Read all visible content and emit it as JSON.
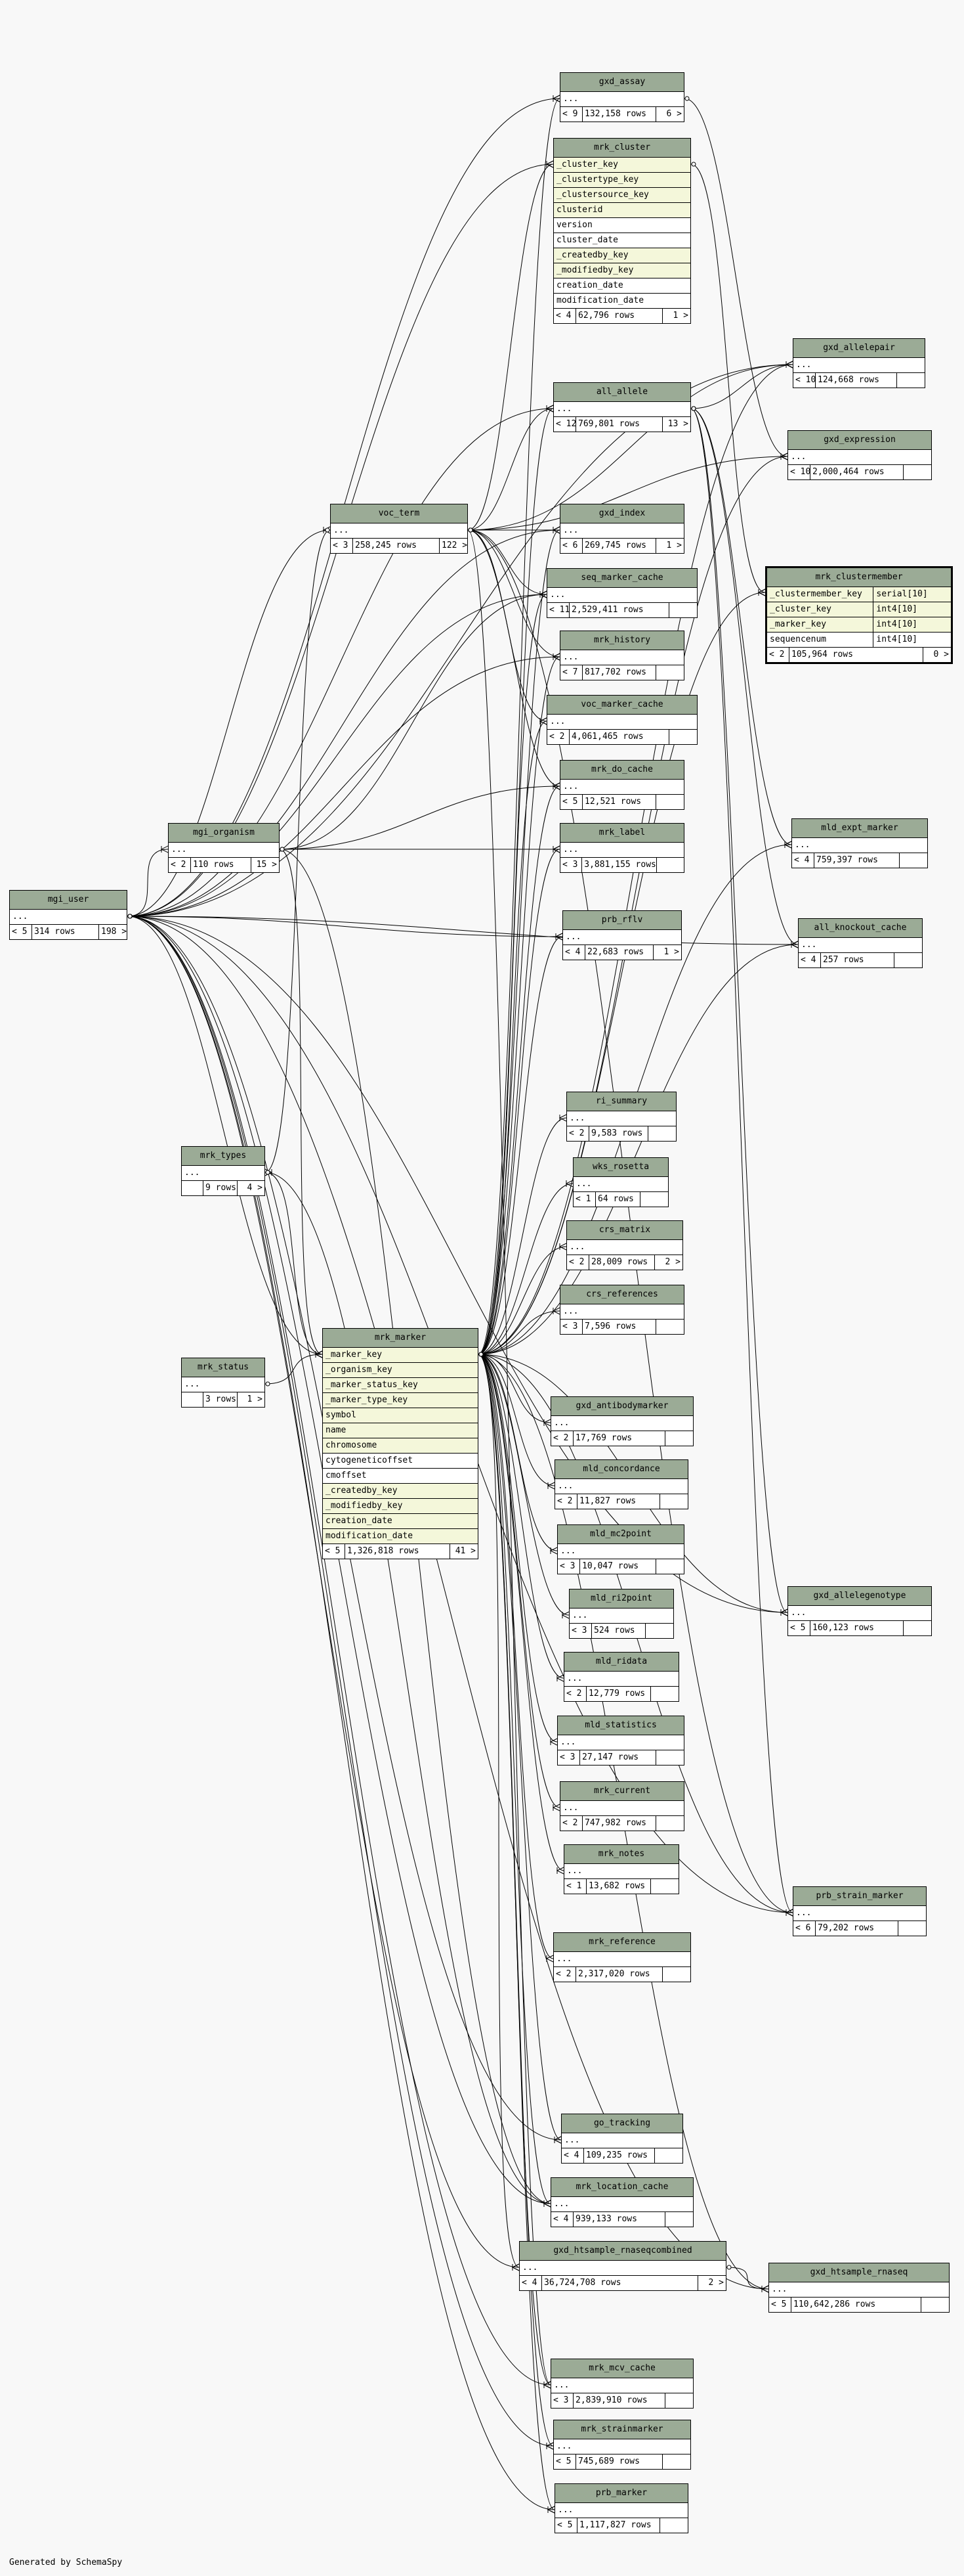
{
  "footer": "Generated by SchemaSpy",
  "tables": [
    {
      "id": "gxd_assay",
      "name": "gxd_assay",
      "rows": [
        "..."
      ],
      "foot": [
        "< 9",
        "132,158 rows",
        "6 >"
      ]
    },
    {
      "id": "mrk_cluster",
      "name": "mrk_cluster",
      "rows": [
        {
          "t": "_cluster_key",
          "k": 1
        },
        {
          "t": "_clustertype_key",
          "k": 1
        },
        {
          "t": "_clustersource_key",
          "k": 1
        },
        {
          "t": "clusterid",
          "k": 1
        },
        {
          "t": "version",
          "k": 0
        },
        {
          "t": "cluster_date",
          "k": 0
        },
        {
          "t": "_createdby_key",
          "k": 1
        },
        {
          "t": "_modifiedby_key",
          "k": 1
        },
        {
          "t": "creation_date",
          "k": 0
        },
        {
          "t": "modification_date",
          "k": 0
        }
      ],
      "foot": [
        "< 4",
        "62,796 rows",
        "1 >"
      ]
    },
    {
      "id": "gxd_allelepair",
      "name": "gxd_allelepair",
      "rows": [
        "..."
      ],
      "foot": [
        "< 10",
        "124,668 rows",
        ""
      ]
    },
    {
      "id": "all_allele",
      "name": "all_allele",
      "rows": [
        "..."
      ],
      "foot": [
        "< 12",
        "769,801 rows",
        "13 >"
      ]
    },
    {
      "id": "gxd_expression",
      "name": "gxd_expression",
      "rows": [
        "..."
      ],
      "foot": [
        "< 10",
        "2,000,464 rows",
        ""
      ]
    },
    {
      "id": "voc_term",
      "name": "voc_term",
      "rows": [
        "..."
      ],
      "foot": [
        "< 3",
        "258,245 rows",
        "122 >"
      ]
    },
    {
      "id": "gxd_index",
      "name": "gxd_index",
      "rows": [
        "..."
      ],
      "foot": [
        "< 6",
        "269,745 rows",
        "1 >"
      ]
    },
    {
      "id": "mrk_clustermember",
      "name": "mrk_clustermember",
      "rows": [
        {
          "t": "_clustermember_key",
          "v": "serial[10]",
          "k": 1
        },
        {
          "t": "_cluster_key",
          "v": "int4[10]",
          "k": 1
        },
        {
          "t": "_marker_key",
          "v": "int4[10]",
          "k": 1
        },
        {
          "t": "sequencenum",
          "v": "int4[10]",
          "k": 0
        }
      ],
      "foot": [
        "< 2",
        "105,964 rows",
        "0 >"
      ]
    },
    {
      "id": "seq_marker_cache",
      "name": "seq_marker_cache",
      "rows": [
        "..."
      ],
      "foot": [
        "< 11",
        "2,529,411 rows",
        ""
      ]
    },
    {
      "id": "mrk_history",
      "name": "mrk_history",
      "rows": [
        "..."
      ],
      "foot": [
        "< 7",
        "817,702 rows",
        ""
      ]
    },
    {
      "id": "voc_marker_cache",
      "name": "voc_marker_cache",
      "rows": [
        "..."
      ],
      "foot": [
        "< 2",
        "4,061,465 rows",
        ""
      ]
    },
    {
      "id": "mrk_do_cache",
      "name": "mrk_do_cache",
      "rows": [
        "..."
      ],
      "foot": [
        "< 5",
        "12,521 rows",
        ""
      ]
    },
    {
      "id": "mgi_organism",
      "name": "mgi_organism",
      "rows": [
        "..."
      ],
      "foot": [
        "< 2",
        "110 rows",
        "15 >"
      ]
    },
    {
      "id": "mrk_label",
      "name": "mrk_label",
      "rows": [
        "..."
      ],
      "foot": [
        "< 3",
        "3,881,155 rows",
        ""
      ]
    },
    {
      "id": "mld_expt_marker",
      "name": "mld_expt_marker",
      "rows": [
        "..."
      ],
      "foot": [
        "< 4",
        "759,397 rows",
        ""
      ]
    },
    {
      "id": "mgi_user",
      "name": "mgi_user",
      "rows": [
        "..."
      ],
      "foot": [
        "< 5",
        "314 rows",
        "198 >"
      ]
    },
    {
      "id": "prb_rflv",
      "name": "prb_rflv",
      "rows": [
        "..."
      ],
      "foot": [
        "< 4",
        "22,683 rows",
        "1 >"
      ]
    },
    {
      "id": "all_knockout_cache",
      "name": "all_knockout_cache",
      "rows": [
        "..."
      ],
      "foot": [
        "< 4",
        "257 rows",
        ""
      ]
    },
    {
      "id": "ri_summary",
      "name": "ri_summary",
      "rows": [
        "..."
      ],
      "foot": [
        "< 2",
        "9,583 rows",
        ""
      ]
    },
    {
      "id": "mrk_types",
      "name": "mrk_types",
      "rows": [
        "..."
      ],
      "foot": [
        "",
        "9 rows",
        "4 >"
      ]
    },
    {
      "id": "wks_rosetta",
      "name": "wks_rosetta",
      "rows": [
        "..."
      ],
      "foot": [
        "< 1",
        "64 rows",
        ""
      ]
    },
    {
      "id": "crs_matrix",
      "name": "crs_matrix",
      "rows": [
        "..."
      ],
      "foot": [
        "< 2",
        "28,009 rows",
        "2 >"
      ]
    },
    {
      "id": "crs_references",
      "name": "crs_references",
      "rows": [
        "..."
      ],
      "foot": [
        "< 3",
        "7,596 rows",
        ""
      ]
    },
    {
      "id": "mrk_marker",
      "name": "mrk_marker",
      "rows": [
        {
          "t": "_marker_key",
          "k": 1
        },
        {
          "t": "_organism_key",
          "k": 1
        },
        {
          "t": "_marker_status_key",
          "k": 1
        },
        {
          "t": "_marker_type_key",
          "k": 1
        },
        {
          "t": "symbol",
          "k": 1
        },
        {
          "t": "name",
          "k": 1
        },
        {
          "t": "chromosome",
          "k": 1
        },
        {
          "t": "cytogeneticoffset",
          "k": 0
        },
        {
          "t": "cmoffset",
          "k": 0
        },
        {
          "t": "_createdby_key",
          "k": 1
        },
        {
          "t": "_modifiedby_key",
          "k": 1
        },
        {
          "t": "creation_date",
          "k": 1
        },
        {
          "t": "modification_date",
          "k": 1
        }
      ],
      "foot": [
        "< 5",
        "1,326,818 rows",
        "41 >"
      ]
    },
    {
      "id": "mrk_status",
      "name": "mrk_status",
      "rows": [
        "..."
      ],
      "foot": [
        "",
        "3 rows",
        "1 >"
      ]
    },
    {
      "id": "gxd_antibodymarker",
      "name": "gxd_antibodymarker",
      "rows": [
        "..."
      ],
      "foot": [
        "< 2",
        "17,769 rows",
        ""
      ]
    },
    {
      "id": "mld_concordance",
      "name": "mld_concordance",
      "rows": [
        "..."
      ],
      "foot": [
        "< 2",
        "11,827 rows",
        ""
      ]
    },
    {
      "id": "mld_mc2point",
      "name": "mld_mc2point",
      "rows": [
        "..."
      ],
      "foot": [
        "< 3",
        "10,047 rows",
        ""
      ]
    },
    {
      "id": "mld_ri2point",
      "name": "mld_ri2point",
      "rows": [
        "..."
      ],
      "foot": [
        "< 3",
        "524 rows",
        ""
      ]
    },
    {
      "id": "gxd_allelegenotype",
      "name": "gxd_allelegenotype",
      "rows": [
        "..."
      ],
      "foot": [
        "< 5",
        "160,123 rows",
        ""
      ]
    },
    {
      "id": "mld_ridata",
      "name": "mld_ridata",
      "rows": [
        "..."
      ],
      "foot": [
        "< 2",
        "12,779 rows",
        ""
      ]
    },
    {
      "id": "mld_statistics",
      "name": "mld_statistics",
      "rows": [
        "..."
      ],
      "foot": [
        "< 3",
        "27,147 rows",
        ""
      ]
    },
    {
      "id": "mrk_current",
      "name": "mrk_current",
      "rows": [
        "..."
      ],
      "foot": [
        "< 2",
        "747,982 rows",
        ""
      ]
    },
    {
      "id": "mrk_notes",
      "name": "mrk_notes",
      "rows": [
        "..."
      ],
      "foot": [
        "< 1",
        "13,682 rows",
        ""
      ]
    },
    {
      "id": "prb_strain_marker",
      "name": "prb_strain_marker",
      "rows": [
        "..."
      ],
      "foot": [
        "< 6",
        "79,202 rows",
        ""
      ]
    },
    {
      "id": "mrk_reference",
      "name": "mrk_reference",
      "rows": [
        "..."
      ],
      "foot": [
        "< 2",
        "2,317,020 rows",
        ""
      ]
    },
    {
      "id": "go_tracking",
      "name": "go_tracking",
      "rows": [
        "..."
      ],
      "foot": [
        "< 4",
        "109,235 rows",
        ""
      ]
    },
    {
      "id": "mrk_location_cache",
      "name": "mrk_location_cache",
      "rows": [
        "..."
      ],
      "foot": [
        "< 4",
        "939,133 rows",
        ""
      ]
    },
    {
      "id": "gxd_htsample_rnaseqcombined",
      "name": "gxd_htsample_rnaseqcombined",
      "rows": [
        "..."
      ],
      "foot": [
        "< 4",
        "36,724,708 rows",
        "2 >"
      ]
    },
    {
      "id": "gxd_htsample_rnaseq",
      "name": "gxd_htsample_rnaseq",
      "rows": [
        "..."
      ],
      "foot": [
        "< 5",
        "110,642,286 rows",
        ""
      ]
    },
    {
      "id": "mrk_mcv_cache",
      "name": "mrk_mcv_cache",
      "rows": [
        "..."
      ],
      "foot": [
        "< 3",
        "2,839,910 rows",
        ""
      ]
    },
    {
      "id": "mrk_strainmarker",
      "name": "mrk_strainmarker",
      "rows": [
        "..."
      ],
      "foot": [
        "< 5",
        "745,689 rows",
        ""
      ]
    },
    {
      "id": "prb_marker",
      "name": "prb_marker",
      "rows": [
        "..."
      ],
      "foot": [
        "< 5",
        "1,117,827 rows",
        ""
      ]
    }
  ],
  "relationships": [
    [
      "gxd_assay",
      "mgi_user"
    ],
    [
      "gxd_assay",
      "mrk_marker"
    ],
    [
      "mrk_cluster",
      "voc_term"
    ],
    [
      "mrk_cluster",
      "mgi_user"
    ],
    [
      "gxd_allelepair",
      "all_allele"
    ],
    [
      "gxd_allelepair",
      "mrk_marker"
    ],
    [
      "gxd_allelepair",
      "voc_term"
    ],
    [
      "gxd_allelepair",
      "mgi_user"
    ],
    [
      "all_allele",
      "mgi_user"
    ],
    [
      "all_allele",
      "voc_term"
    ],
    [
      "all_allele",
      "mrk_marker"
    ],
    [
      "gxd_expression",
      "gxd_assay"
    ],
    [
      "gxd_expression",
      "mrk_marker"
    ],
    [
      "gxd_expression",
      "voc_term"
    ],
    [
      "voc_term",
      "mgi_user"
    ],
    [
      "gxd_index",
      "mgi_user"
    ],
    [
      "gxd_index",
      "mrk_marker"
    ],
    [
      "gxd_index",
      "voc_term"
    ],
    [
      "mrk_clustermember",
      "mrk_cluster"
    ],
    [
      "mrk_clustermember",
      "mrk_marker"
    ],
    [
      "seq_marker_cache",
      "mgi_user"
    ],
    [
      "seq_marker_cache",
      "mrk_marker"
    ],
    [
      "seq_marker_cache",
      "voc_term"
    ],
    [
      "seq_marker_cache",
      "mgi_organism"
    ],
    [
      "mrk_history",
      "mgi_user"
    ],
    [
      "mrk_history",
      "mrk_marker"
    ],
    [
      "mrk_history",
      "voc_term"
    ],
    [
      "voc_marker_cache",
      "mrk_marker"
    ],
    [
      "voc_marker_cache",
      "voc_term"
    ],
    [
      "mrk_do_cache",
      "mgi_organism"
    ],
    [
      "mrk_do_cache",
      "mrk_marker"
    ],
    [
      "mrk_do_cache",
      "voc_term"
    ],
    [
      "mgi_organism",
      "mgi_user"
    ],
    [
      "mrk_label",
      "mgi_organism"
    ],
    [
      "mrk_label",
      "mrk_marker"
    ],
    [
      "mld_expt_marker",
      "all_allele"
    ],
    [
      "mld_expt_marker",
      "mrk_marker"
    ],
    [
      "prb_rflv",
      "mgi_user"
    ],
    [
      "prb_rflv",
      "mrk_marker"
    ],
    [
      "all_knockout_cache",
      "all_allele"
    ],
    [
      "all_knockout_cache",
      "mrk_marker"
    ],
    [
      "all_knockout_cache",
      "mgi_user"
    ],
    [
      "ri_summary",
      "mrk_marker"
    ],
    [
      "wks_rosetta",
      "mrk_marker"
    ],
    [
      "crs_matrix",
      "mrk_marker"
    ],
    [
      "crs_references",
      "mrk_marker"
    ],
    [
      "mrk_types",
      "voc_term"
    ],
    [
      "mrk_marker",
      "mgi_organism"
    ],
    [
      "mrk_marker",
      "mrk_status"
    ],
    [
      "mrk_marker",
      "mrk_types"
    ],
    [
      "mrk_marker",
      "mgi_user"
    ],
    [
      "gxd_antibodymarker",
      "mrk_marker"
    ],
    [
      "mld_concordance",
      "mrk_marker"
    ],
    [
      "mld_mc2point",
      "mrk_marker"
    ],
    [
      "mld_ri2point",
      "mrk_marker"
    ],
    [
      "gxd_allelegenotype",
      "all_allele"
    ],
    [
      "gxd_allelegenotype",
      "mrk_marker"
    ],
    [
      "gxd_allelegenotype",
      "mgi_user"
    ],
    [
      "mld_ridata",
      "mrk_marker"
    ],
    [
      "mld_statistics",
      "mrk_marker"
    ],
    [
      "mrk_current",
      "mrk_marker"
    ],
    [
      "mrk_notes",
      "mrk_marker"
    ],
    [
      "prb_strain_marker",
      "mrk_marker"
    ],
    [
      "prb_strain_marker",
      "voc_term"
    ],
    [
      "prb_strain_marker",
      "mgi_user"
    ],
    [
      "prb_strain_marker",
      "all_allele"
    ],
    [
      "mrk_reference",
      "mrk_marker"
    ],
    [
      "go_tracking",
      "mrk_marker"
    ],
    [
      "go_tracking",
      "mgi_user"
    ],
    [
      "mrk_location_cache",
      "mrk_marker"
    ],
    [
      "mrk_location_cache",
      "mgi_organism"
    ],
    [
      "mrk_location_cache",
      "mrk_types"
    ],
    [
      "mrk_location_cache",
      "mgi_user"
    ],
    [
      "gxd_htsample_rnaseqcombined",
      "mrk_marker"
    ],
    [
      "gxd_htsample_rnaseqcombined",
      "mgi_user"
    ],
    [
      "gxd_htsample_rnaseq",
      "gxd_htsample_rnaseqcombined"
    ],
    [
      "gxd_htsample_rnaseq",
      "mrk_marker"
    ],
    [
      "gxd_htsample_rnaseq",
      "mgi_user"
    ],
    [
      "mrk_mcv_cache",
      "mrk_marker"
    ],
    [
      "mrk_mcv_cache",
      "voc_term"
    ],
    [
      "mrk_mcv_cache",
      "mgi_user"
    ],
    [
      "mrk_strainmarker",
      "mrk_marker"
    ],
    [
      "mrk_strainmarker",
      "mgi_user"
    ],
    [
      "prb_marker",
      "mrk_marker"
    ],
    [
      "prb_marker",
      "mgi_user"
    ]
  ]
}
